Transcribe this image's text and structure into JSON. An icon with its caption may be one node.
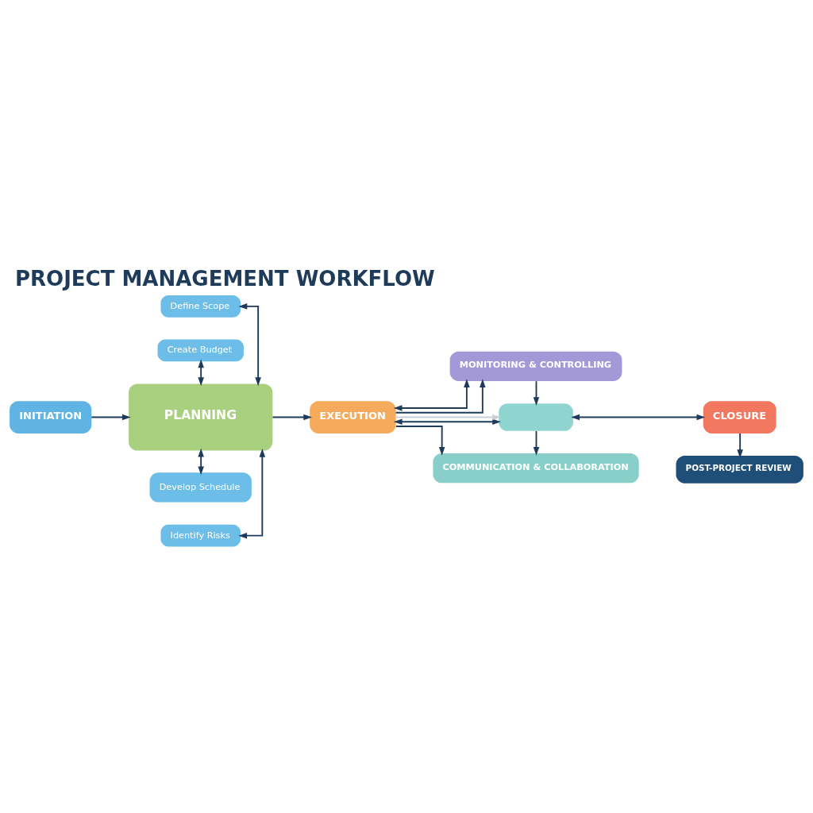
{
  "diagram": {
    "title": "PROJECT MANAGEMENT WORKFLOW",
    "nodes": [
      {
        "text": [
          "INITIATION"
        ]
      },
      {
        "text": [
          "PLANNING"
        ]
      },
      {
        "text": [
          "Define Scope"
        ]
      },
      {
        "text": [
          "Create Budget"
        ]
      },
      {
        "text": [
          "Identify Risks"
        ]
      },
      {
        "text": [
          "Develop Schedule"
        ]
      },
      {
        "text": [
          "EXECUTION"
        ]
      },
      {
        "text": [
          "MONITORING & CONTROLLING"
        ]
      },
      {
        "text": [],
        "shape": "box"
      },
      {
        "text": [
          "COMMUNICATION & COLLABORATION"
        ]
      },
      {
        "text": [
          "CLOSURE"
        ]
      },
      {
        "text": [
          "POST-PROJECT REVIEW"
        ]
      }
    ],
    "edges": [
      {
        "from": 0,
        "to": 1,
        "arrow": "to"
      },
      {
        "from": 2,
        "to": 1,
        "arrow": "both"
      },
      {
        "from": 3,
        "to": 1,
        "arrow": "both"
      },
      {
        "from": 1,
        "to": 4,
        "arrow": "both"
      },
      {
        "from": 1,
        "to": 5,
        "arrow": "both"
      },
      {
        "from": 1,
        "to": 6,
        "arrow": "to"
      },
      {
        "from": 6,
        "to": 7,
        "arrow": "both"
      },
      {
        "from": 6,
        "to": 7,
        "arrow": "to"
      },
      {
        "from": 6,
        "to": 8,
        "arrow": "both"
      },
      {
        "from": 6,
        "to": 8,
        "arrow": "to",
        "color": "#c9d0da"
      },
      {
        "from": 6,
        "to": 9,
        "arrow": "to"
      },
      {
        "from": 7,
        "to": 8,
        "arrow": "to"
      },
      {
        "from": 8,
        "to": 9,
        "arrow": "to"
      },
      {
        "from": 8,
        "to": 10,
        "arrow": "both"
      },
      {
        "from": 10,
        "to": 11,
        "arrow": "to"
      }
    ]
  }
}
